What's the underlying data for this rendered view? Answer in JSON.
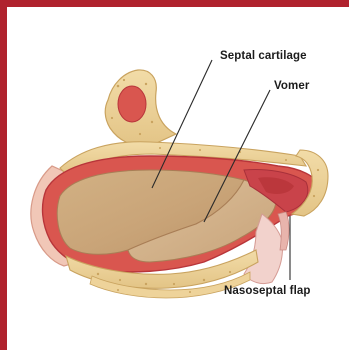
{
  "labels": {
    "septal_cartilage": "Septal cartilage",
    "vomer": "Vomer",
    "nasoseptal_flap": "Nasoseptal flap"
  },
  "colors": {
    "frame": "#b0222e",
    "bone": "#ead29a",
    "bone_edge": "#c9a35f",
    "mucosa": "#d9564f",
    "mucosa_dark": "#b8353a",
    "cartilage": "#c9a478",
    "cartilage_light": "#dcc09a",
    "skin": "#f1c7b7",
    "leader": "#2a2a2a"
  },
  "icons": {
    "anatomy": "sagittal-nasal-septum-illustration"
  }
}
